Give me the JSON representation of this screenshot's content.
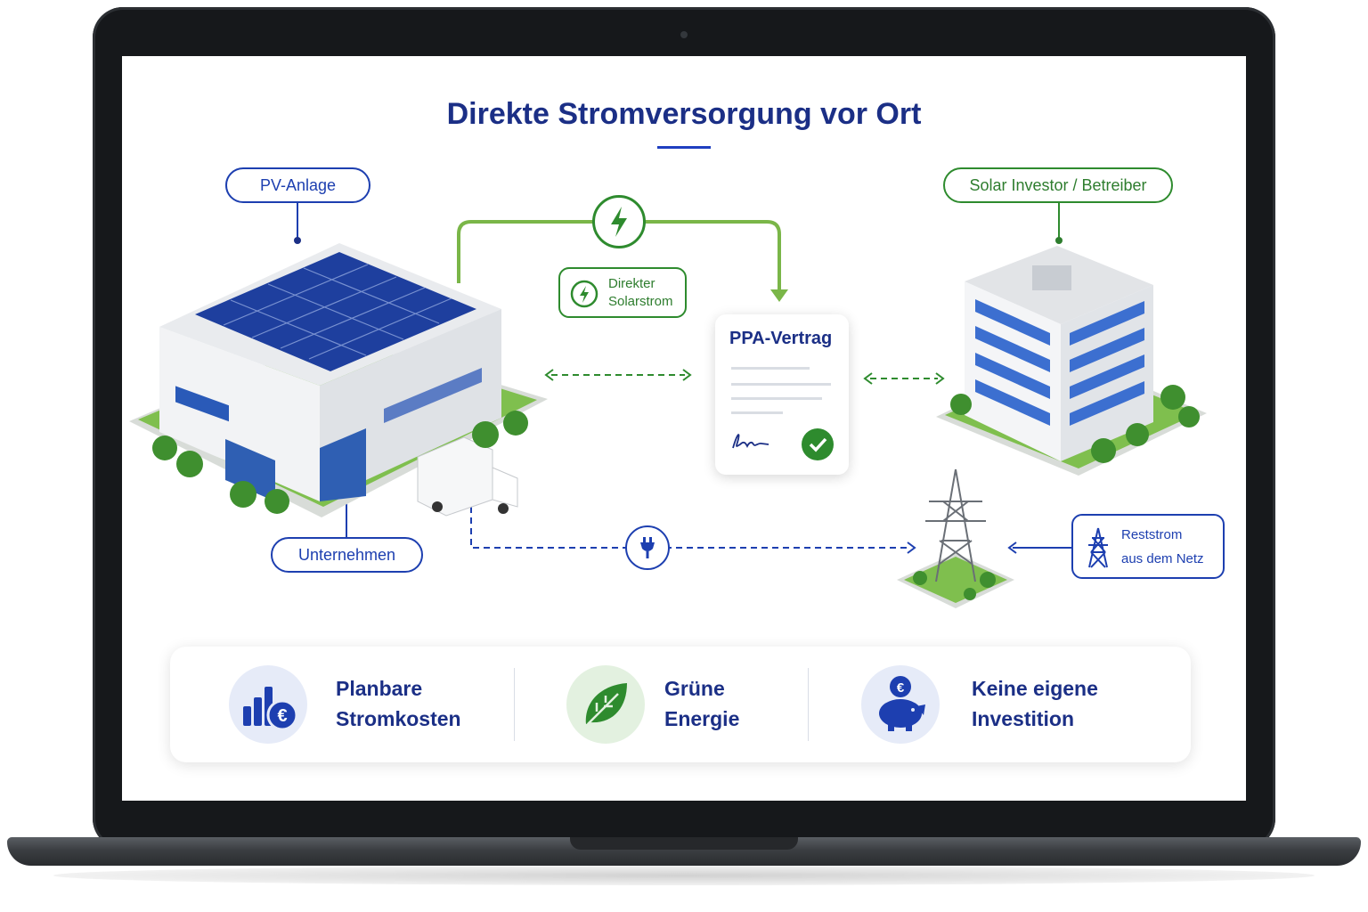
{
  "title": "Direkte Stromversorgung vor Ort",
  "labels": {
    "pv_anlage": "PV-Anlage",
    "unternehmen": "Unternehmen",
    "investor": "Solar Investor / Betreiber",
    "direct_1": "Direkter",
    "direct_2": "Solarstrom",
    "contract": "PPA-Vertrag",
    "grid_1": "Reststrom",
    "grid_2": "aus dem Netz"
  },
  "benefits": [
    {
      "line1": "Planbare",
      "line2": "Stromkosten",
      "icon": "chart-euro-icon"
    },
    {
      "line1": "Grüne",
      "line2": "Energie",
      "icon": "leaf-icon"
    },
    {
      "line1": "Keine eigene",
      "line2": "Investition",
      "icon": "piggy-bank-icon"
    }
  ],
  "colors": {
    "navy": "#1b2f86",
    "blue": "#1d3fb0",
    "green": "#2e8b2e",
    "light_green": "#7ab648"
  }
}
